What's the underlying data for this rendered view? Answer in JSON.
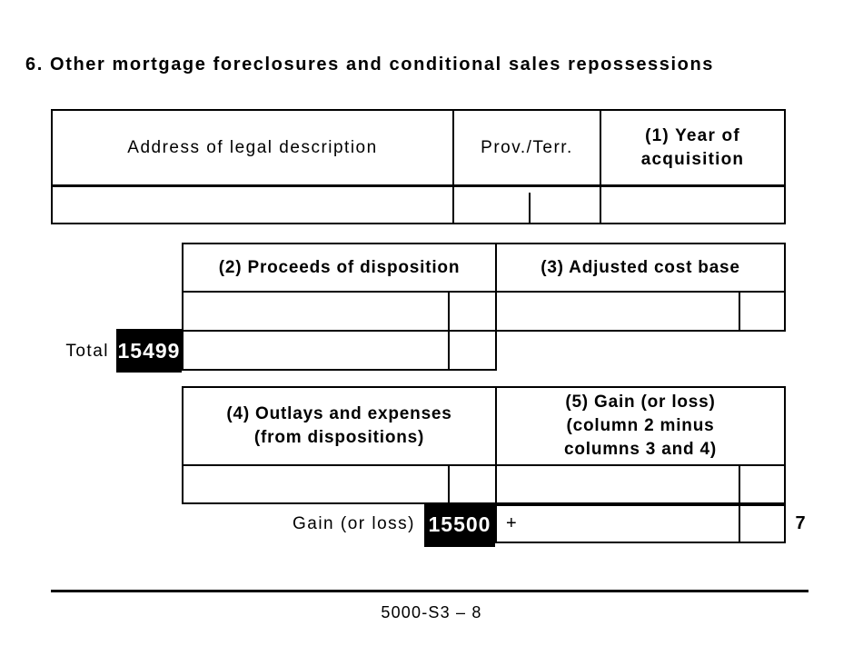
{
  "heading": "6. Other mortgage foreclosures and conditional sales repossessions",
  "table1": {
    "address_header": "Address of legal description",
    "prov_header": "Prov./Terr.",
    "year_header": "(1) Year of acquisition"
  },
  "table2": {
    "proceeds_header": "(2) Proceeds of disposition",
    "acb_header": "(3) Adjusted cost base",
    "total_label": "Total",
    "total_field_code": "15499"
  },
  "table3": {
    "outlays_header_lines": [
      "(4) Outlays and expenses",
      "(from dispositions)"
    ],
    "gain_header_lines": [
      "(5) Gain (or loss)",
      "(column 2 minus",
      "columns 3 and 4)"
    ],
    "gain_label": "Gain (or loss)",
    "gain_field_code": "15500",
    "plus_sign": "+",
    "line_number": "7"
  },
  "footer": {
    "page_id": "5000-S3 – 8"
  },
  "colors": {
    "ink": "#000000",
    "paper": "#ffffff",
    "field_code_bg": "#000000",
    "field_code_text": "#ffffff"
  }
}
